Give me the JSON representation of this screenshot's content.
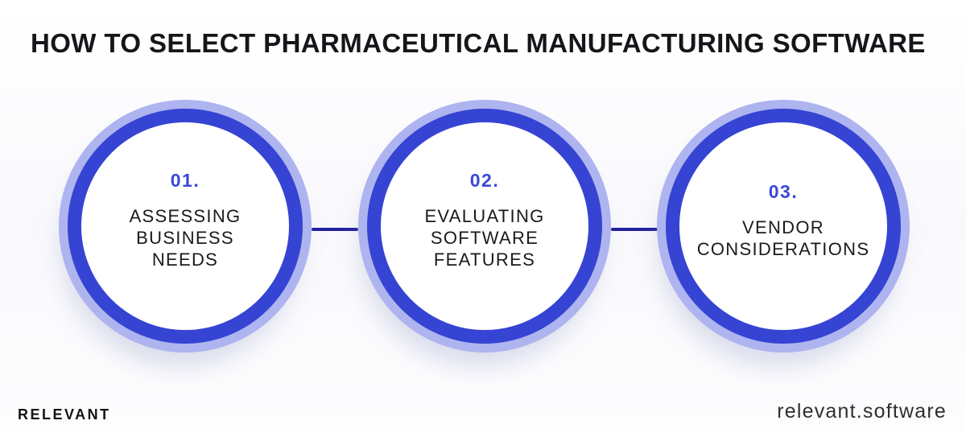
{
  "page": {
    "title": "HOW TO SELECT PHARMACEUTICAL MANUFACTURING SOFTWARE"
  },
  "steps": [
    {
      "number": "01.",
      "label": "ASSESSING BUSINESS\nNEEDS"
    },
    {
      "number": "02.",
      "label": "EVALUATING\nSOFTWARE\nFEATURES"
    },
    {
      "number": "03.",
      "label": "VENDOR\nCONSIDERATIONS"
    }
  ],
  "footer": {
    "brand": "RELEVANT",
    "website": "relevant.software"
  },
  "colors": {
    "ring_blue": "#3544d2",
    "halo_lavender": "#aeb4ef",
    "connector_navy": "#22229b",
    "number_blue": "#3b49d6",
    "title_text": "#15151a",
    "label_text": "#1a1a1f",
    "background": "#fafafc"
  }
}
